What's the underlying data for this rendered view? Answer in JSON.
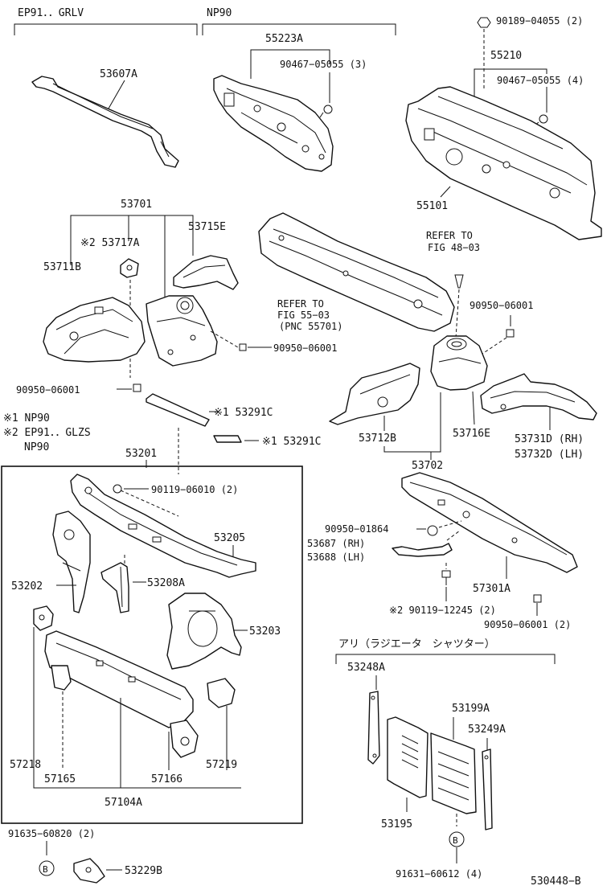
{
  "variants": {
    "ep91": "EP91．．GRLV",
    "np90": "NP90",
    "shutter_jp": "アリ（ラジエータ　シャツター）"
  },
  "notes": {
    "n1": "※1 NP90",
    "n2a": "※2 EP91．．GLZS",
    "n2b": "NP90"
  },
  "labels": {
    "p53607A": "53607A",
    "p55223A": "55223A",
    "p90467_3": "90467−05055 (3)",
    "p90189": "90189−04055 (2)",
    "p55210": "55210",
    "p90467_4": "90467−05055 (4)",
    "p55101": "55101",
    "p53701": "53701",
    "p53717A": "※2 53717A",
    "p53715E": "53715E",
    "p53711B": "53711B",
    "refer1a": "REFER TO",
    "refer1b": "FIG 55−03",
    "refer1c": "(PNC 55701)",
    "refer2a": "REFER TO",
    "refer2b": "FIG 48−03",
    "p90950a": "90950−06001",
    "p90950b": "90950−06001",
    "p90950c": "90950−06001",
    "p53291C_a": "※1 53291C",
    "p53291C_b": "※1 53291C",
    "p53712B": "53712B",
    "p53716E": "53716E",
    "p53731D": "53731D (RH)",
    "p53732D": "53732D (LH)",
    "p53702": "53702",
    "p53201": "53201",
    "p90119_06010": "90119−06010 (2)",
    "p53205": "53205",
    "p53202": "53202",
    "p53208A": "53208A",
    "p53203": "53203",
    "p57218": "57218",
    "p57165": "57165",
    "p57166": "57166",
    "p57219": "57219",
    "p57104A": "57104A",
    "p90950_01864": "90950−01864",
    "p53687": "53687 (RH)",
    "p53688": "53688 (LH)",
    "p57301A": "57301A",
    "p90119_12245": "※2 90119−12245 (2)",
    "p90950_2": "90950−06001 (2)",
    "p53248A": "53248A",
    "p53199A": "53199A",
    "p53249A": "53249A",
    "p53195": "53195",
    "p91635": "91635−60820 (2)",
    "p53229B": "53229B",
    "p91631": "91631−60612 (4)",
    "fig_id": "530448−B"
  }
}
